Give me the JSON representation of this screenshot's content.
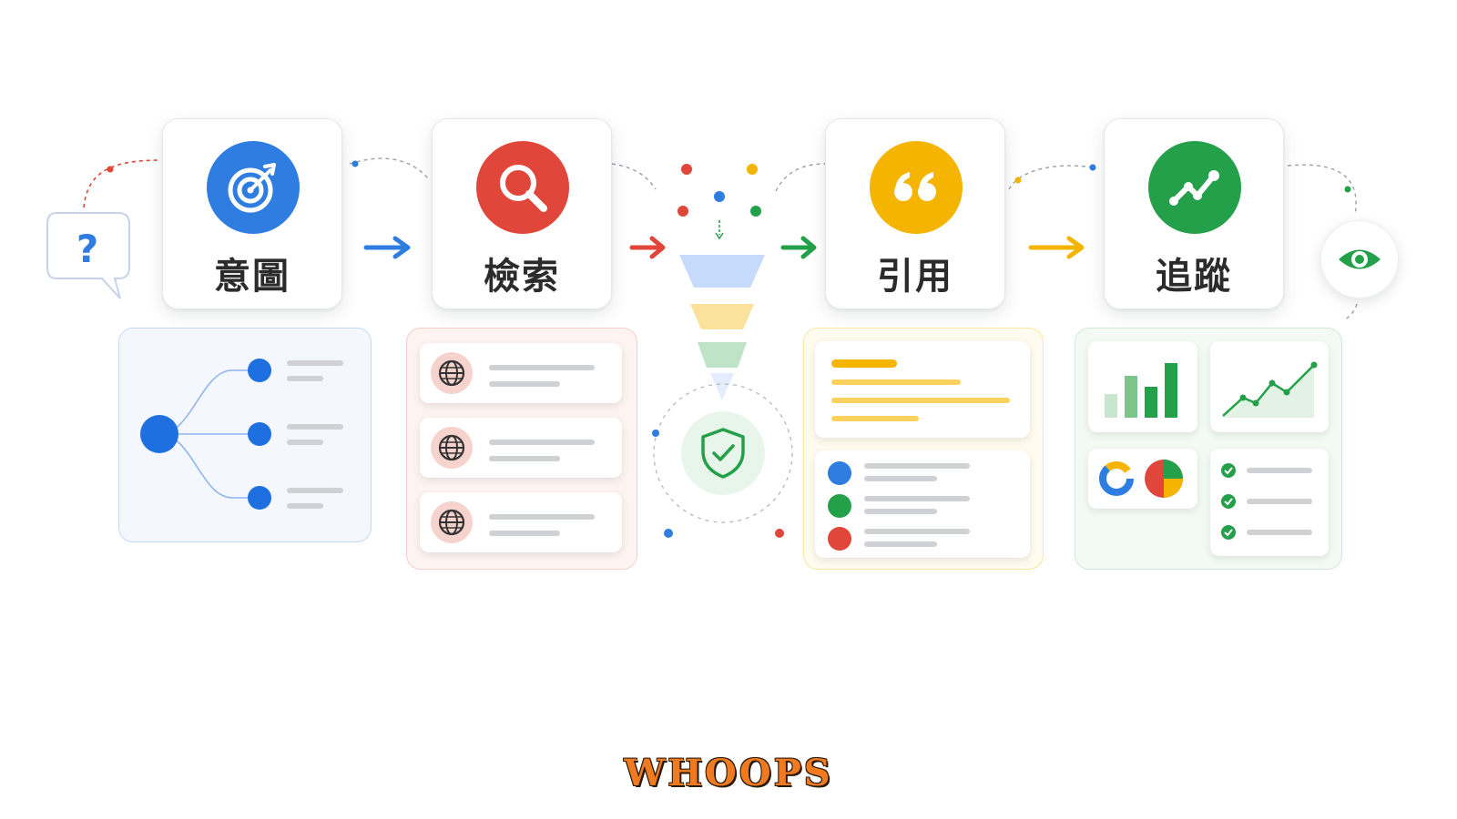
{
  "steps": [
    {
      "label": "意圖",
      "icon": "target-icon",
      "color": "#2f7de1"
    },
    {
      "label": "檢索",
      "icon": "search-icon",
      "color": "#e0463a"
    },
    {
      "label": "引用",
      "icon": "quote-icon",
      "color": "#f4b400"
    },
    {
      "label": "追蹤",
      "icon": "trending-up-icon",
      "color": "#25a04a"
    }
  ],
  "start_icon": "question-bubble-icon",
  "end_icon": "eye-icon",
  "filter_icon": "shield-check-icon",
  "colors": {
    "blue": "#2f7de1",
    "red": "#e0463a",
    "yellow": "#f4b400",
    "green": "#25a04a"
  },
  "watermark": "WHOOPS"
}
